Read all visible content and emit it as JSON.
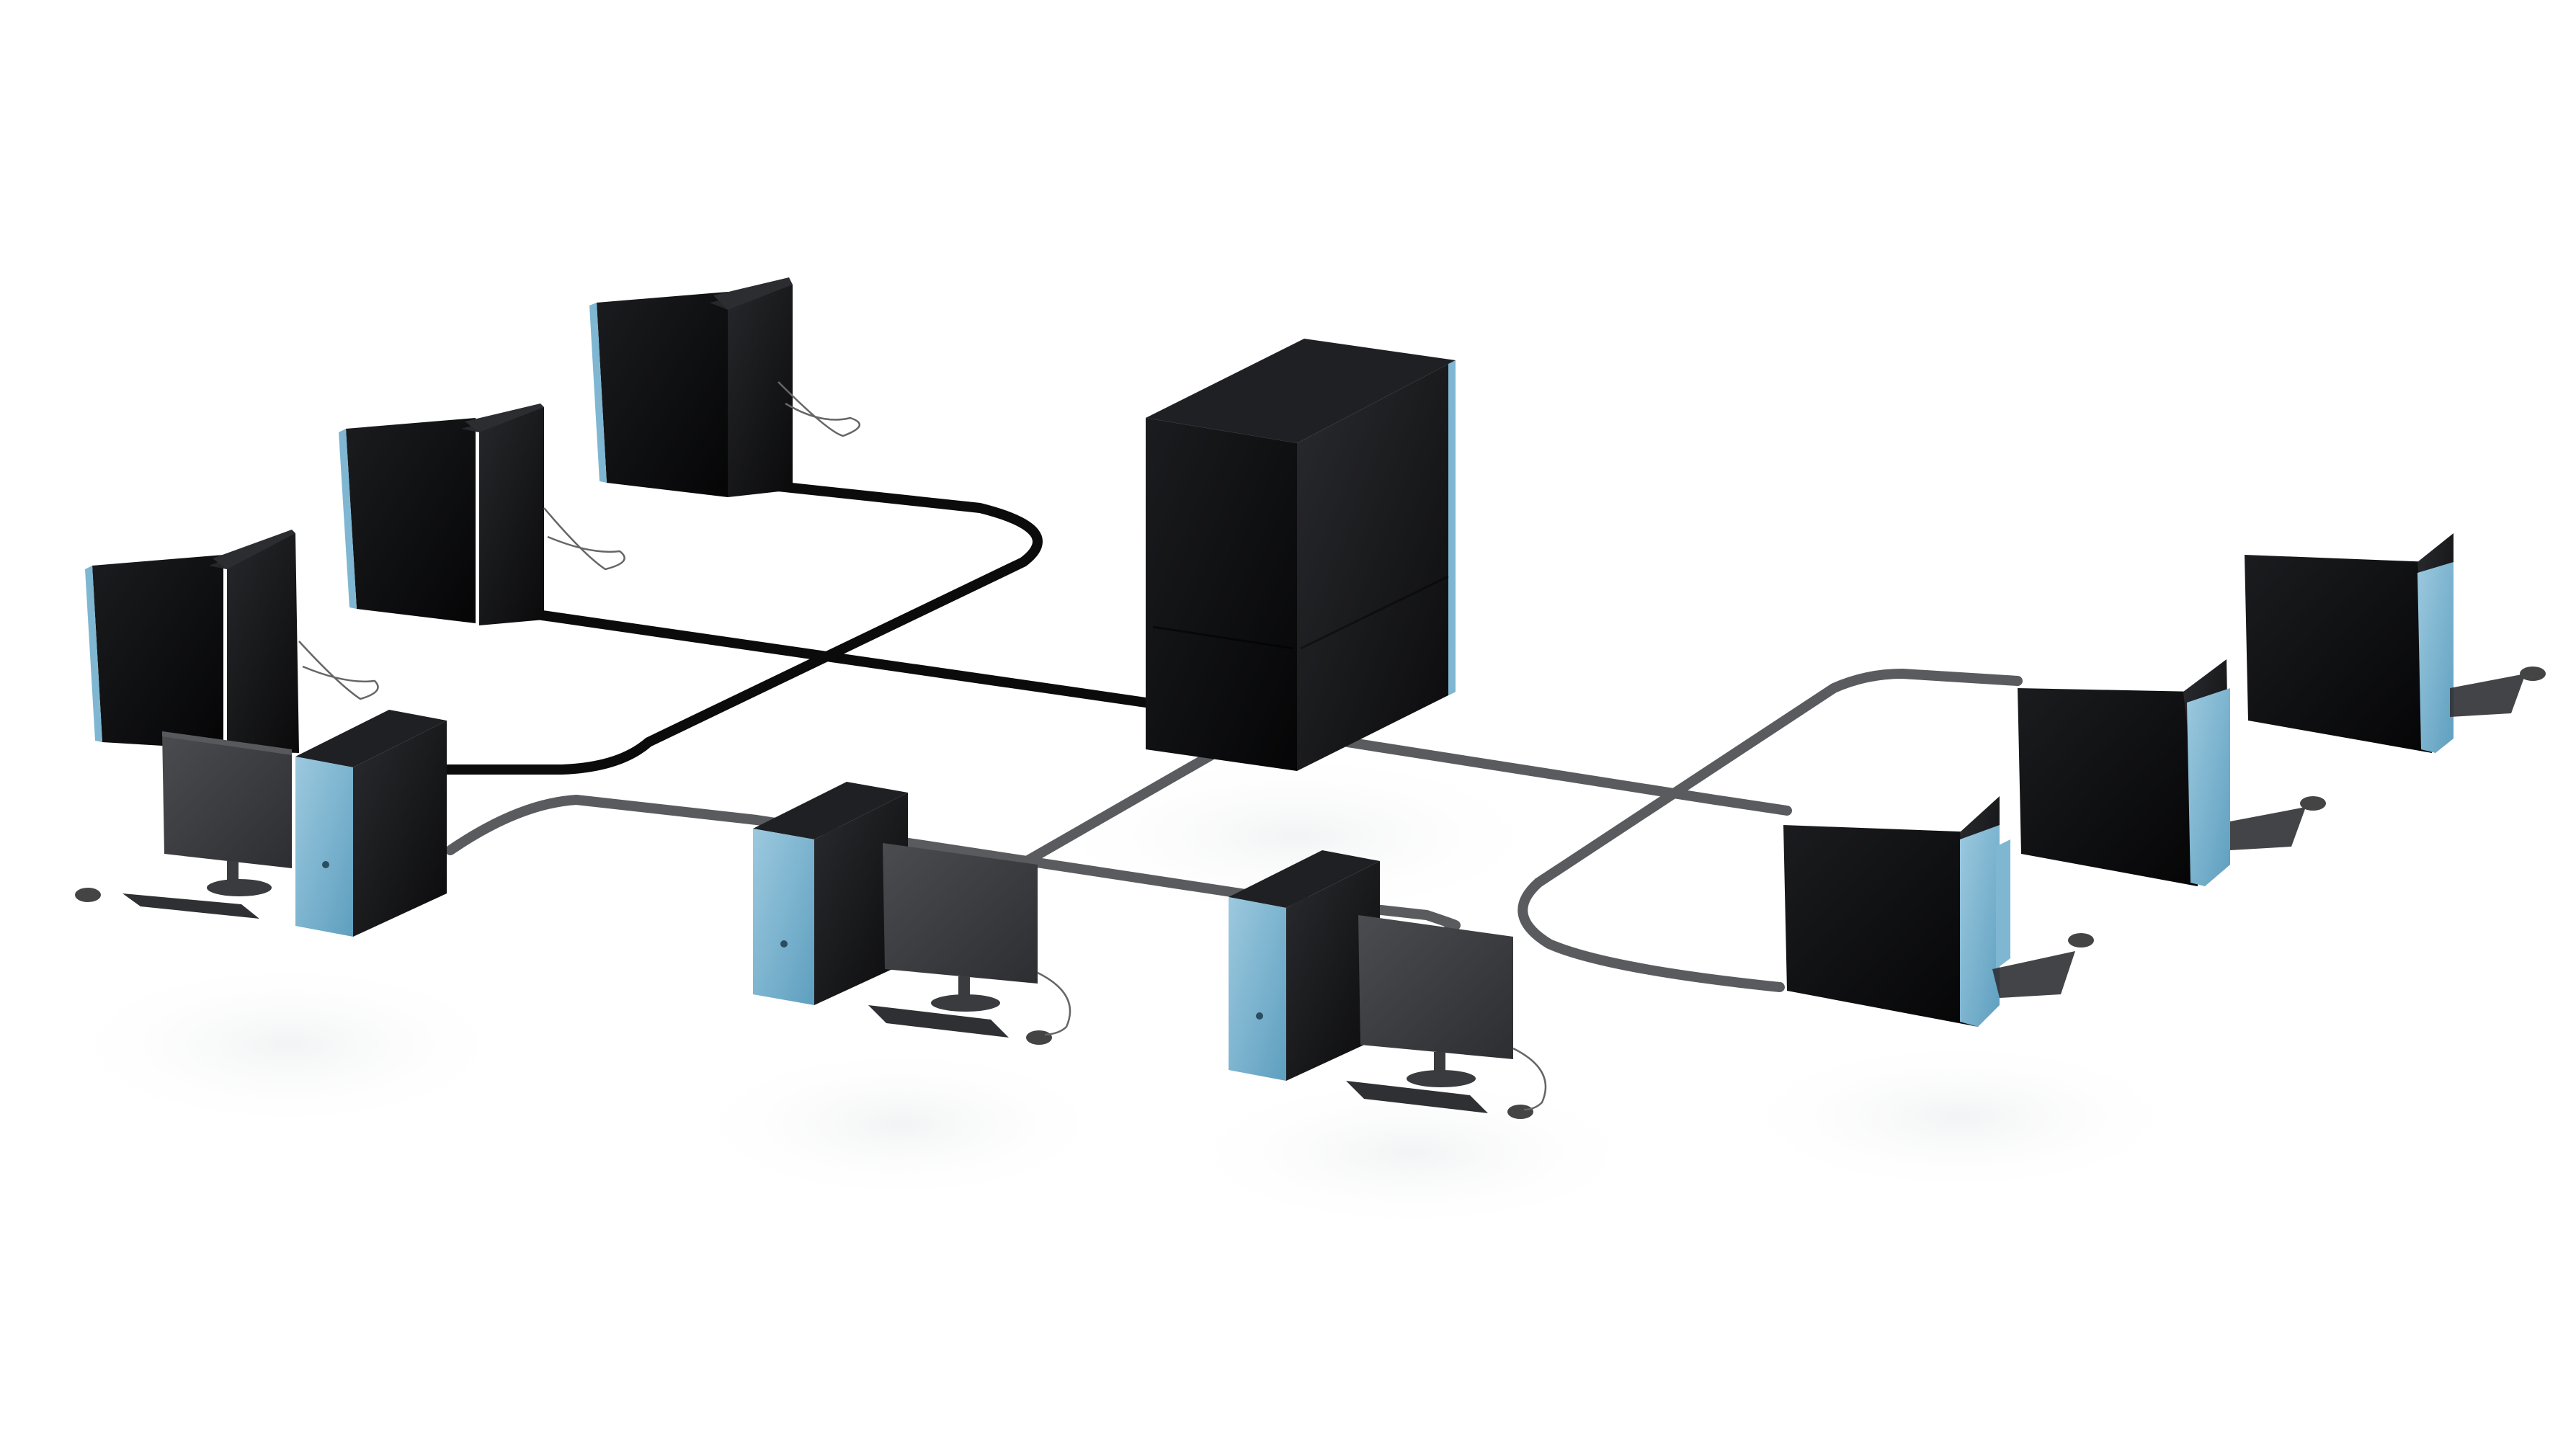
{
  "scene": {
    "colors": {
      "background": "#ffffff",
      "case_black": "#111214",
      "case_side": "#1c1d20",
      "accent_blue": "#7fb6d2",
      "cable_black": "#0b0b0b",
      "cable_gray": "#5a5b5e",
      "monitor": "#3d3e41"
    },
    "elements": {
      "server": "server-tower",
      "clients": [
        "workstation",
        "workstation",
        "workstation",
        "workstation",
        "workstation",
        "workstation",
        "workstation",
        "workstation",
        "workstation"
      ],
      "cables": [
        "network-cable"
      ]
    }
  }
}
